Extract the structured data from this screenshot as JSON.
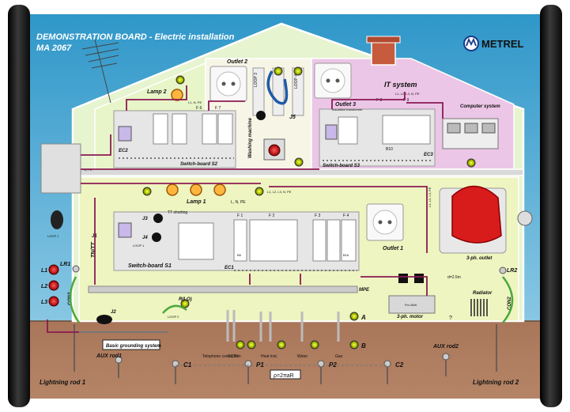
{
  "title": {
    "line1": "DEMONSTRATION BOARD  -  Electric installation",
    "line2": "MA 2067",
    "brand": "METREL"
  },
  "labels": {
    "lamp2": "Lamp 2",
    "outlet2": "Outlet 2",
    "outlet3": "Outlet 3",
    "it_system": "IT system",
    "computer_system": "Computer system",
    "insulation_transformer": "Insulation transformer",
    "washing_machine": "Washing machine",
    "j5": "J5",
    "ec2": "EC2",
    "ec3": "EC3",
    "switchboard_s2": "Switch-board S2",
    "switchboard_s3": "Switch-board S3",
    "lamp1": "Lamp 1",
    "tt_shorting": "TT shorting",
    "j3": "J3",
    "j4": "J4",
    "j1": "J1",
    "tn_tt": "TN/TT",
    "switchboard_s1": "Switch-board S1",
    "ec1": "EC1",
    "outlet1": "Outlet 1",
    "three_ph_outlet": "3-ph. outlet",
    "mpe": "MPE",
    "loop1": "LOOP 1",
    "loop2": "LOOP 2",
    "loop3": "LOOP 3",
    "loop4": "LOOP 4",
    "lr1": "LR1",
    "lr2": "LR2",
    "l1": "L1",
    "l2": "L2",
    "l3": "L3",
    "con1": "CON1",
    "con2": "CON2",
    "j2": "J2",
    "rlo": "R(LO)",
    "a": "A",
    "b": "B",
    "motor": "3-ph. motor",
    "radiator": "Radiator",
    "basic_grounding": "Basic grounding system",
    "telephone": "Telephone connection",
    "cctv": "CCTV",
    "heat_inst": "Heat inst.",
    "water": "Water",
    "gas": "Gas",
    "aux_rod1": "AUX rod1",
    "aux_rod2": "AUX rod2",
    "c1": "C1",
    "p1": "P1",
    "p2": "P2",
    "c2": "C2",
    "formula": "ρ=2πaR",
    "lightning_rod1": "Lightning rod 1",
    "lightning_rod2": "Lightning rod 2",
    "f1": "F 1",
    "f2": "F 2",
    "f3": "F 3",
    "f4": "F 4",
    "f6": "F 6",
    "f7": "F 7",
    "f8": "F 8",
    "f9": "F 9",
    "b6": "B6",
    "b10": "B10",
    "b16": "B16",
    "dist": "d=2.5m",
    "q": "?",
    "pn": "Pn=3kW",
    "n_pe": "N, PE",
    "l1l2l3npe": "L1, L2, L3, N, PE",
    "l1l2l3pe": "L1, L2, L3, PE",
    "l1npe": "L1, N, PE",
    "lnpe": "L, N, PE"
  }
}
